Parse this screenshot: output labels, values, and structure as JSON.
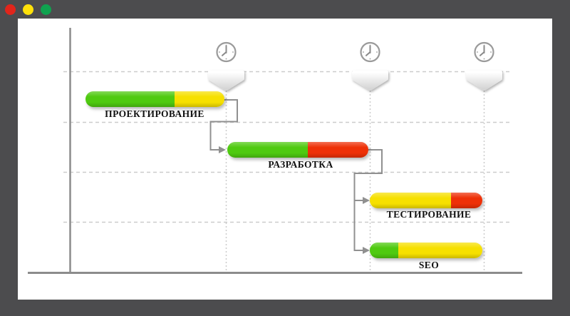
{
  "window": {
    "traffic_lights": [
      {
        "name": "close",
        "color_key": "light_red"
      },
      {
        "name": "minimize",
        "color_key": "light_yellow"
      },
      {
        "name": "maximize",
        "color_key": "light_green"
      }
    ],
    "frame_color": "#4c4c4e",
    "panel_color": "#ffffff"
  },
  "colors": {
    "bar_green": "#4fca10",
    "bar_yellow": "#f6e000",
    "bar_red": "#ee3007",
    "light_red": "#e1251b",
    "light_yellow": "#ffe10a",
    "light_green": "#0fa24f",
    "axis_gray": "#8c8c8c",
    "grid_gray": "#cccccc",
    "connector_gray": "#909090",
    "milestone_light": "#ffffff",
    "milestone_dark": "#d5d5d5"
  },
  "tasks": [
    {
      "name": "ПРОЕКТИРОВАНИЕ",
      "segments": [
        {
          "color": "bar_green",
          "pct": 64
        },
        {
          "color": "bar_yellow",
          "pct": 36
        }
      ]
    },
    {
      "name": "РАЗРАБОТКА",
      "segments": [
        {
          "color": "bar_green",
          "pct": 57
        },
        {
          "color": "bar_red",
          "pct": 43
        }
      ]
    },
    {
      "name": "ТЕСТИРОВАНИЕ",
      "segments": [
        {
          "color": "bar_yellow",
          "pct": 72
        },
        {
          "color": "bar_red",
          "pct": 28
        }
      ]
    },
    {
      "name": "SEO",
      "segments": [
        {
          "color": "bar_green",
          "pct": 25
        },
        {
          "color": "bar_yellow",
          "pct": 75
        }
      ]
    }
  ],
  "milestones": [
    {
      "icon": "clock"
    },
    {
      "icon": "clock"
    },
    {
      "icon": "clock"
    }
  ]
}
